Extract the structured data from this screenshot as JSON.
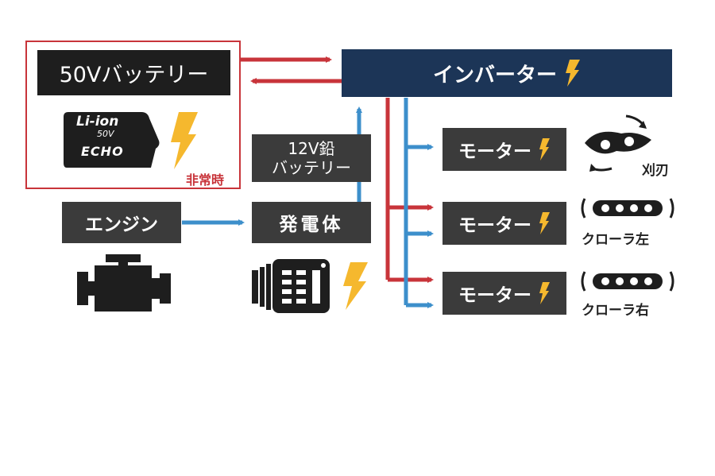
{
  "colors": {
    "red_arrow": "#c8343a",
    "blue_arrow": "#3d8fcb",
    "bolt": "#f5b82e",
    "box_dark": "#3b3b3b",
    "box_navy": "#1c3557"
  },
  "battery": {
    "title": "50Vバッテリー",
    "pack_label_1": "Li-ion",
    "pack_label_2": "50V",
    "pack_brand": "ECHO",
    "emergency_label": "非常時"
  },
  "inverter": {
    "label": "インバーター"
  },
  "lead_battery": {
    "line1": "12V鉛",
    "line2": "バッテリー"
  },
  "engine": {
    "label": "エンジン"
  },
  "generator": {
    "label": "発電体"
  },
  "motors": [
    {
      "label": "モーター",
      "target": "刈刃"
    },
    {
      "label": "モーター",
      "target": "クローラ左"
    },
    {
      "label": "モーター",
      "target": "クローラ右"
    }
  ],
  "icons": {
    "bolt": "lightning-bolt-icon",
    "engine": "engine-icon",
    "generator": "generator-icon",
    "blade": "rotating-blade-icon",
    "crawler": "crawler-track-icon",
    "battery_pack": "battery-pack-icon"
  }
}
